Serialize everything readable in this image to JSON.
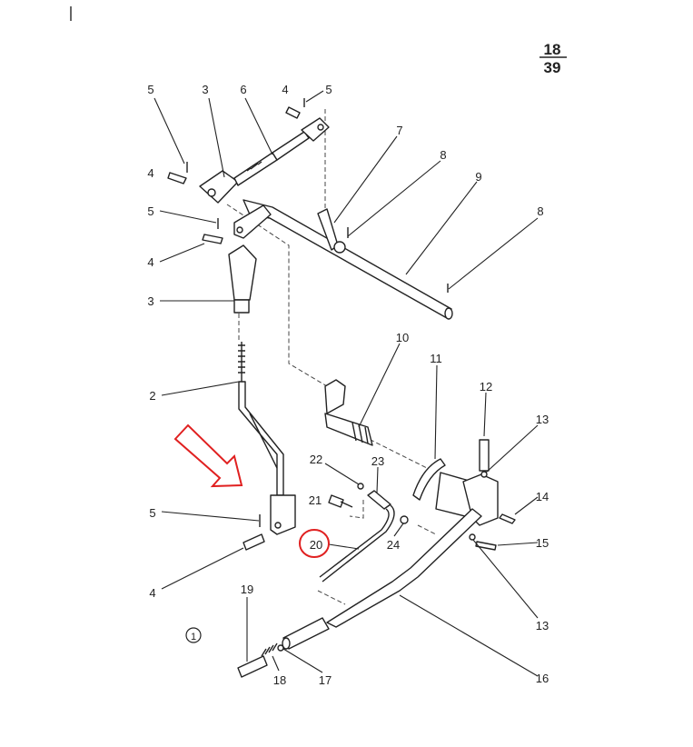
{
  "page_number": {
    "numerator": "18",
    "denominator": "39"
  },
  "figure_marker": "1",
  "highlight_color": "#e02020",
  "callouts": {
    "c5a": "5",
    "c3a": "3",
    "c6": "6",
    "c4a": "4",
    "c5b": "5",
    "c7": "7",
    "c8a": "8",
    "c9": "9",
    "c8b": "8",
    "c4b": "4",
    "c5c": "5",
    "c4c": "4",
    "c3b": "3",
    "c10": "10",
    "c11": "11",
    "c12": "12",
    "c13a": "13",
    "c2": "2",
    "c22": "22",
    "c23": "23",
    "c21": "21",
    "c14": "14",
    "c5d": "5",
    "c20": "20",
    "c24": "24",
    "c15": "15",
    "c4d": "4",
    "c19": "19",
    "c13b": "13",
    "c18": "18",
    "c17": "17",
    "c16": "16"
  }
}
